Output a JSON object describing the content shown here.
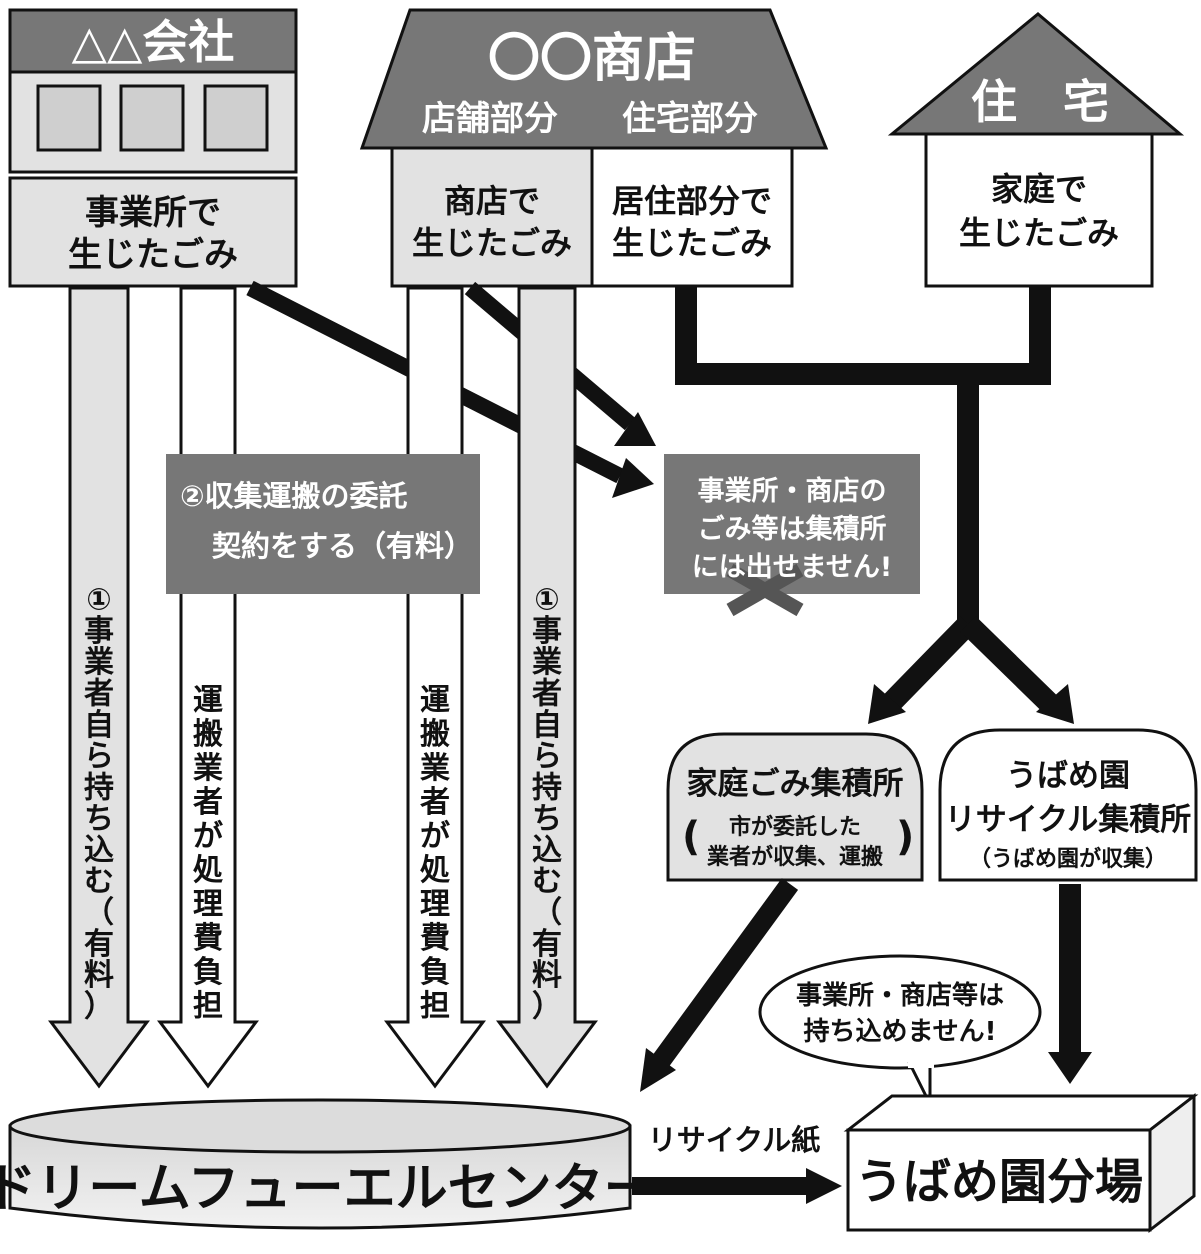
{
  "company": {
    "title": "△△会社",
    "box_label": [
      "事業所で",
      "生じたごみ"
    ]
  },
  "shop": {
    "title": "〇〇商店",
    "section_store": "店舗部分",
    "section_residence": "住宅部分",
    "store_label": [
      "商店で",
      "生じたごみ"
    ],
    "residence_label": [
      "居住部分で",
      "生じたごみ"
    ]
  },
  "house": {
    "title": "住　宅",
    "box_label": [
      "家庭で",
      "生じたごみ"
    ]
  },
  "routes": {
    "self_transport": [
      "①",
      "事",
      "業",
      "者",
      "自",
      "ら",
      "持",
      "ち",
      "込",
      "む",
      "（",
      "有",
      "料",
      "）"
    ],
    "hauler_pays": [
      "運",
      "搬",
      "業",
      "者",
      "が",
      "処",
      "理",
      "費",
      "負",
      "担"
    ],
    "contract_note": [
      "②収集運搬の委託",
      "契約をする（有料）"
    ],
    "not_allowed_note": [
      "事業所・商店の",
      "ごみ等は集積所",
      "には出せません!"
    ]
  },
  "collection_points": {
    "household": {
      "title": "家庭ごみ集積所",
      "sub": [
        "市が委託した",
        "業者が収集、運搬"
      ]
    },
    "recycle": {
      "title": [
        "うばめ園",
        "リサイクル集積所"
      ],
      "sub": "（うばめ園が収集）"
    }
  },
  "callout": [
    "事業所・商店等は",
    "持ち込めません!"
  ],
  "facilities": {
    "dream_fuel": "ドリームフューエルセンター",
    "ubame_sorting": "うばめ園分場",
    "transfer_label": "リサイクル紙"
  },
  "colors": {
    "dark_gray": "#777777",
    "light_gray": "#e2e2e2",
    "outline": "#111111"
  }
}
